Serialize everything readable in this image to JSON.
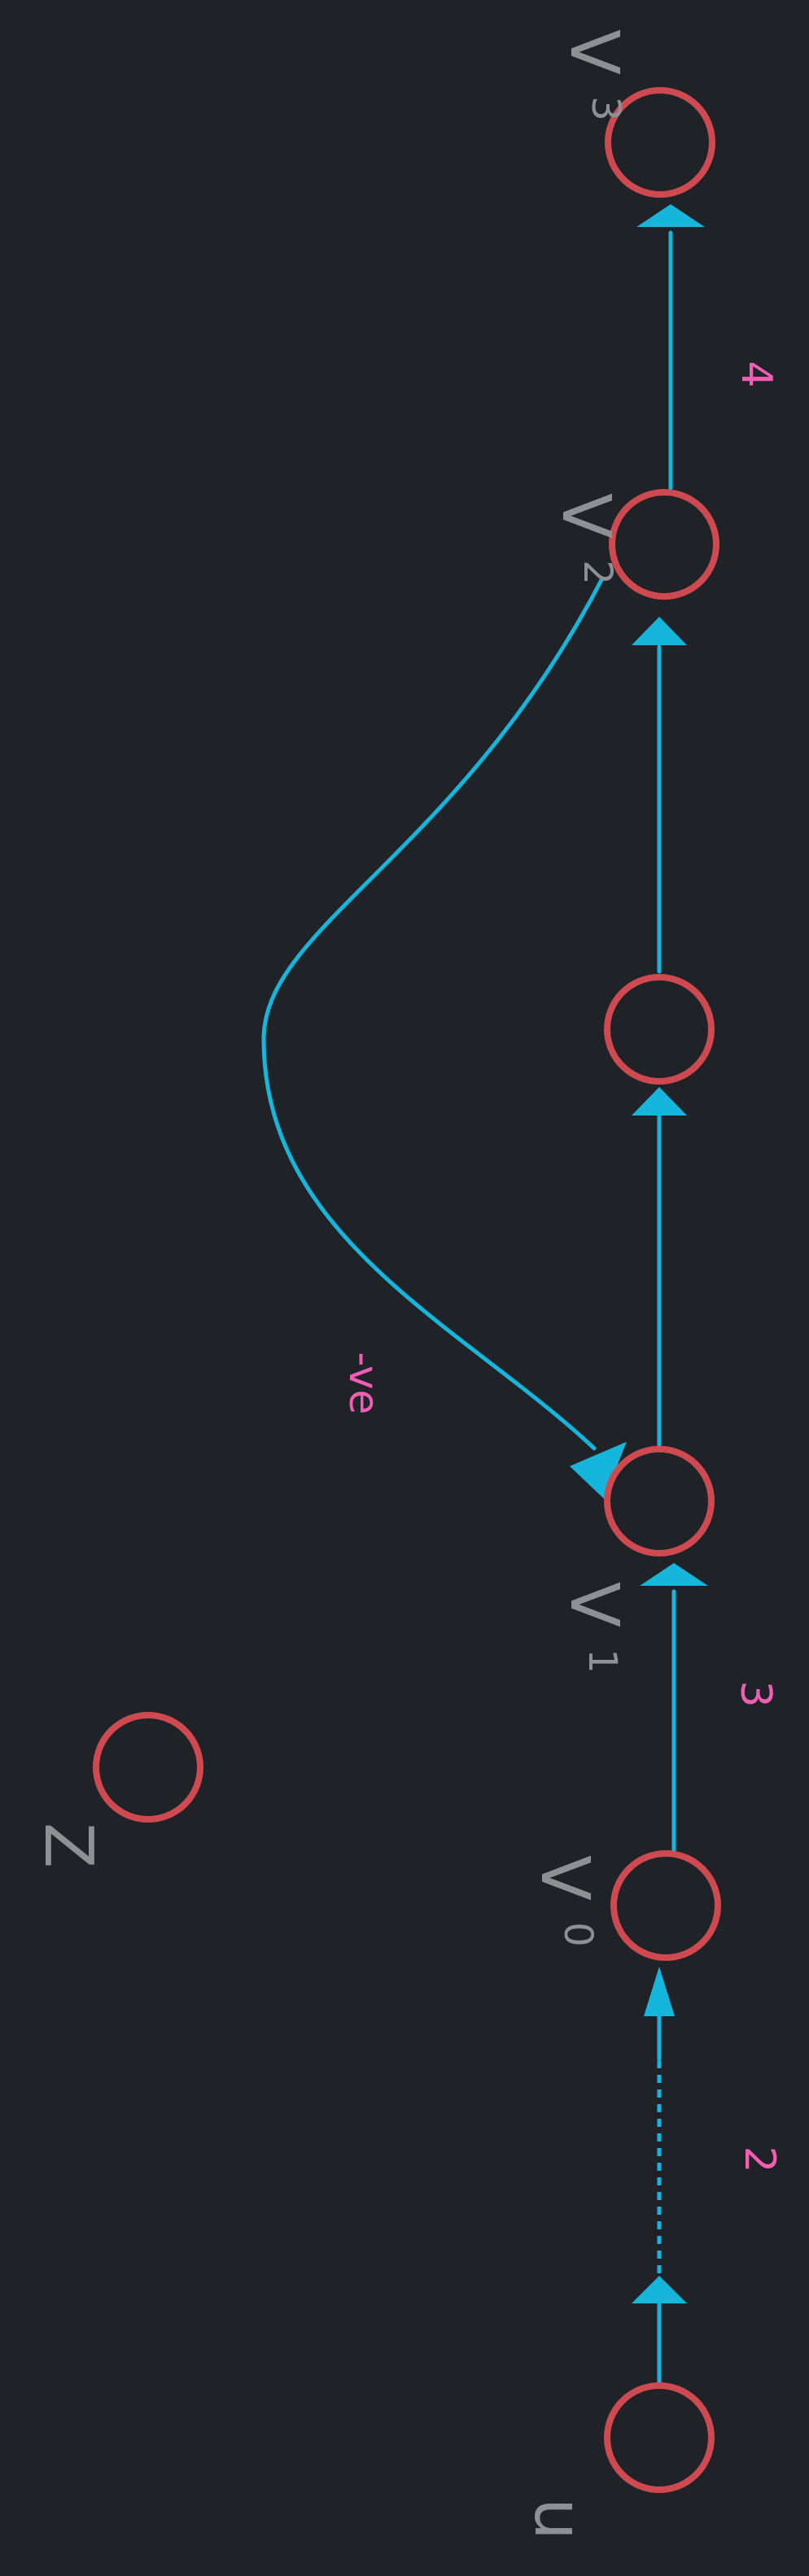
{
  "diagram": {
    "colors": {
      "background": "#1f2328",
      "node": "#cf4a50",
      "edge": "#16b6dc",
      "weight": "#f35db4",
      "label": "#8d9194"
    },
    "nodes": {
      "u": {
        "main": "u",
        "sub": ""
      },
      "v0": {
        "main": "V",
        "sub": "0"
      },
      "v1": {
        "main": "V",
        "sub": "1"
      },
      "mid": {
        "main": "",
        "sub": ""
      },
      "v2": {
        "main": "V",
        "sub": "2"
      },
      "v3": {
        "main": "V",
        "sub": "3"
      },
      "z": {
        "main": "Z",
        "sub": ""
      }
    },
    "edges": {
      "u_v0": {
        "weight": "2",
        "style": "dashed"
      },
      "v0_v1": {
        "weight": "3",
        "style": "solid"
      },
      "v1_mid": {
        "weight": "",
        "style": "solid"
      },
      "mid_v2": {
        "weight": "",
        "style": "solid"
      },
      "v2_v3": {
        "weight": "4",
        "style": "solid"
      },
      "v2_v1": {
        "weight": "-ve",
        "style": "curved"
      }
    }
  }
}
